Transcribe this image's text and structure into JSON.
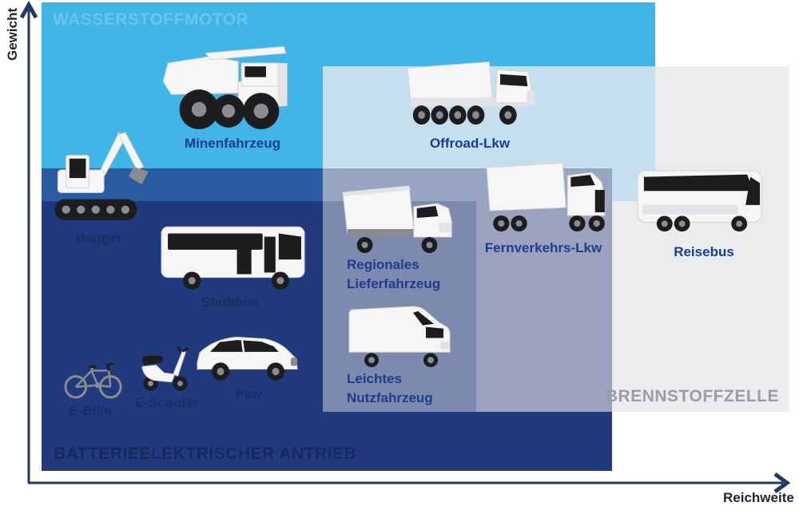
{
  "regions": {
    "wasserstoffmotor": {
      "title": "WASSERSTOFFMOTOR"
    },
    "batterieelektrisch": {
      "title": "BATTERIEELEKTRISCHER ANTRIEB"
    },
    "brennstoffzelle": {
      "title": "BRENNSTOFFZELLE"
    }
  },
  "axes": {
    "y_label": "Gewicht",
    "x_label": "Reichweite"
  },
  "vehicles": {
    "minenfahrzeug": {
      "label": "Minenfahrzeug"
    },
    "offroad_lkw": {
      "label": "Offroad-Lkw"
    },
    "bagger": {
      "label": "Bagger"
    },
    "stadtbus": {
      "label": "Stadtbus"
    },
    "regionales_lieferfahrzeug": {
      "label_line1": "Regionales",
      "label_line2": "Lieferfahrzeug"
    },
    "fernverkehrs_lkw": {
      "label": "Fernverkehrs-Lkw"
    },
    "reisebus": {
      "label": "Reisebus"
    },
    "leichtes_nutzfahrzeug": {
      "label_line1": "Leichtes",
      "label_line2": "Nutzfahrzeug"
    },
    "e_bike": {
      "label": "E-Bike"
    },
    "e_scooter": {
      "label": "E-Scooter"
    },
    "pkw": {
      "label": "Pkw"
    }
  },
  "colors": {
    "hydrogen": "#41B6E6",
    "hydrogen_battery": "#2B5BA1",
    "battery": "#203A7D",
    "hydrogen_fuelcell": "#C6DFEE",
    "triple_overlap": "#97A5C3",
    "battery_fuelcell_left": "#7D89AF",
    "battery_fuelcell_right": "#9AA2C0",
    "fuelcell": "#EBECEE",
    "title_hydrogen": "#69C5EE",
    "title_battery": "#16295E",
    "title_fuelcell": "#9B9DA2",
    "label_on_light": "#1B3D8F",
    "label_on_dark": "#172F66",
    "axis": "#1F3864",
    "axis_text": "#212631",
    "vehicle_body": "#F6F6F7",
    "vehicle_dark": "#1D1D20",
    "vehicle_mid": "#8B8B90",
    "vehicle_light": "#E3E3E7"
  }
}
